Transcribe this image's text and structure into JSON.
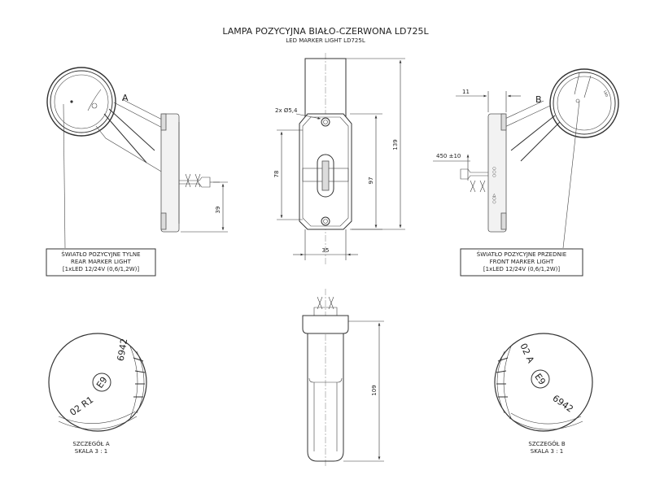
{
  "title": "LAMPA POZYCYJNA BIAŁO-CZERWONA LD725L",
  "subtitle": "LED MARKER LIGHT LD725L",
  "views": {
    "rear": {
      "detail_letter": "A",
      "dim_height": "39",
      "label_line1": "ŚWIATŁO POZYCYJNE TYLNE",
      "label_line2": "REAR MARKER LIGHT",
      "label_line3": "[1xLED 12/24V (0,6/1,2W)]"
    },
    "front": {
      "detail_letter": "B",
      "dim_top": "11",
      "dim_cable": "450 ±10",
      "label_line1": "ŚWIATŁO POZYCYJNE PRZEDNIE",
      "label_line2": "FRONT MARKER LIGHT",
      "label_line3": "[1xLED 12/24V (0,6/1,2W)]"
    },
    "center": {
      "hole_note": "2x Ø5,4",
      "dim_78": "78",
      "dim_97": "97",
      "dim_139": "139",
      "dim_35": "35"
    },
    "bottom": {
      "dim_109": "109"
    }
  },
  "details": {
    "a": {
      "title": "SZCZEGÓŁ A",
      "scale": "SKALA 3 : 1",
      "mark_e": "E9",
      "mark_code": "02 R1",
      "mark_number": "6942"
    },
    "b": {
      "title": "SZCZEGÓŁ B",
      "scale": "SKALA 3 : 1",
      "mark_e": "E9",
      "mark_code": "02 A",
      "mark_number": "6942"
    }
  }
}
